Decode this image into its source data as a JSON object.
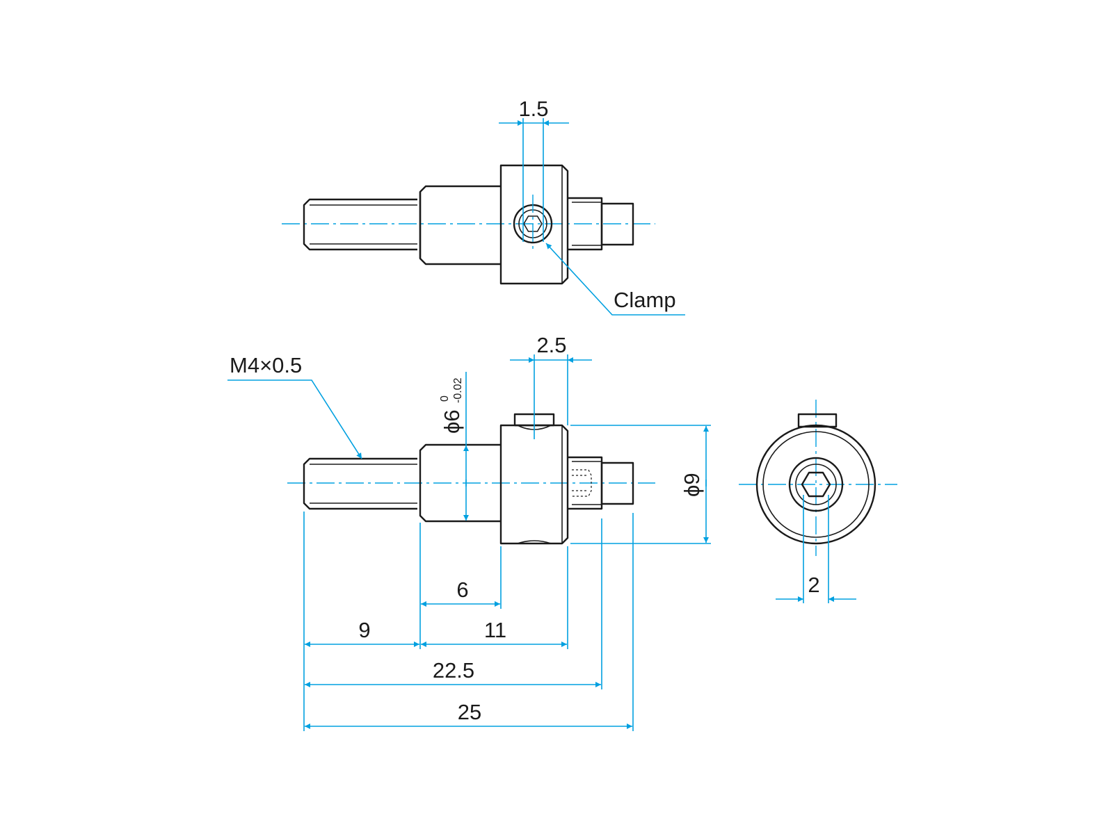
{
  "drawing": {
    "views": [
      "top-view",
      "side-view",
      "end-view"
    ],
    "accent_color": "#00a0e0",
    "line_color": "#1a1a1a"
  },
  "labels": {
    "clamp": "Clamp",
    "thread": "M4×0.5",
    "diameter_shaft": "ϕ6",
    "tol_upper": "0",
    "tol_lower": "-0.02",
    "diameter_collar": "ϕ9"
  },
  "dimensions": {
    "top_slot": "1.5",
    "screw_offset": "2.5",
    "shaft_len": "6",
    "thread_len": "9",
    "collar_end": "11",
    "overall_body": "22.5",
    "overall": "25",
    "hex_width": "2"
  }
}
